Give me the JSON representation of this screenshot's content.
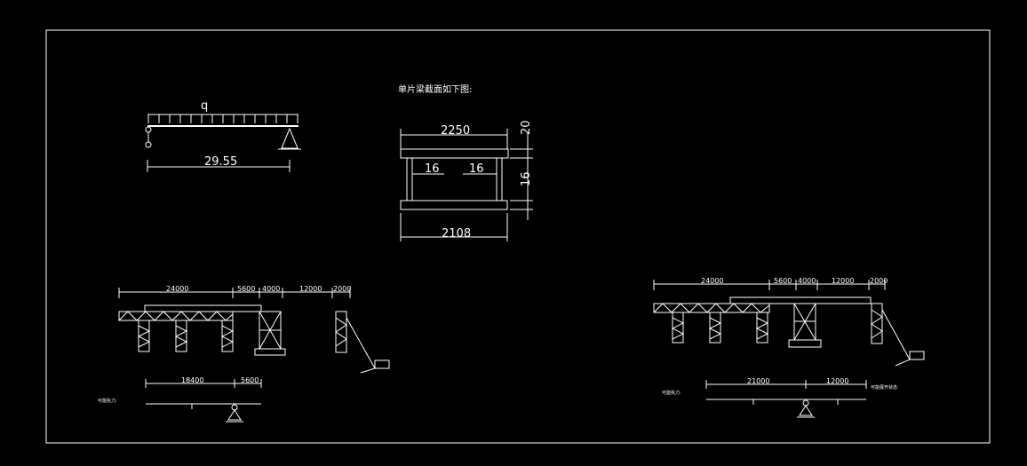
{
  "title": "单片梁截面如下图:",
  "beam": {
    "load_label": "q",
    "span": "29.55"
  },
  "section": {
    "top_width": "2250",
    "web_left": "16",
    "web_right": "16",
    "bottom_width": "2108",
    "dim_top": "20",
    "dim_mid": "16"
  },
  "left_elev": {
    "dims": [
      "24000",
      "5600",
      "4000",
      "12000",
      "2000"
    ],
    "force_dims": [
      "18400",
      "5600"
    ],
    "force_label": "可能执力:"
  },
  "right_elev": {
    "dims": [
      "24000",
      "5600",
      "4000",
      "12000",
      "2000"
    ],
    "force_dims": [
      "21000",
      "12000"
    ],
    "force_label": "可能执力:",
    "note": "可能展开状态"
  }
}
